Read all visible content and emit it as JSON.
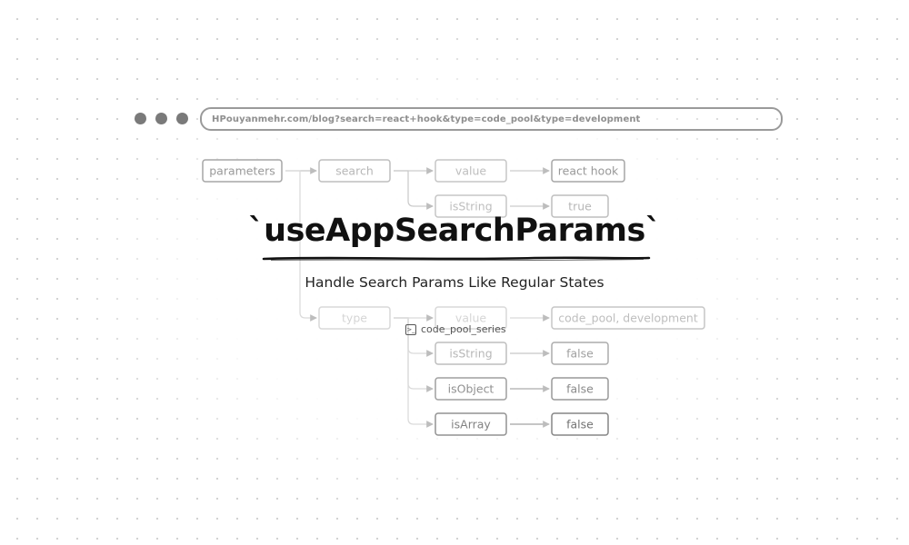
{
  "window": {
    "dot_color": "#7a7a7a",
    "url": "HPouyanmehr.com/blog?search=react+hook&type=code_pool&type=development"
  },
  "diagram": {
    "nodes": [
      {
        "id": "parameters",
        "label": "parameters",
        "level": 0.55
      },
      {
        "id": "search",
        "label": "search",
        "level": 0.35
      },
      {
        "id": "search_value",
        "label": "value",
        "level": 0.3
      },
      {
        "id": "search_value_result",
        "label": "react hook",
        "level": 0.55
      },
      {
        "id": "search_isstring",
        "label": "isString",
        "level": 0.3
      },
      {
        "id": "search_isstring_result",
        "label": "true",
        "level": 0.35
      },
      {
        "id": "type",
        "label": "type",
        "level": 0.15
      },
      {
        "id": "type_value",
        "label": "value",
        "level": 0.15
      },
      {
        "id": "type_value_result",
        "label": "code_pool, development",
        "level": 0.3
      },
      {
        "id": "type_isstring",
        "label": "isString",
        "level": 0.35
      },
      {
        "id": "type_isstring_result",
        "label": "false",
        "level": 0.5
      },
      {
        "id": "type_isobject",
        "label": "isObject",
        "level": 0.6
      },
      {
        "id": "type_isobject_result",
        "label": "false",
        "level": 0.65
      },
      {
        "id": "type_isarray",
        "label": "isArray",
        "level": 0.7
      },
      {
        "id": "type_isarray_result",
        "label": "false",
        "level": 0.8
      }
    ],
    "edges": [
      [
        "parameters",
        "search"
      ],
      [
        "parameters",
        "type"
      ],
      [
        "search",
        "search_value"
      ],
      [
        "search",
        "search_isstring"
      ],
      [
        "search_value",
        "search_value_result"
      ],
      [
        "search_isstring",
        "search_isstring_result"
      ],
      [
        "type",
        "type_value"
      ],
      [
        "type",
        "type_isstring"
      ],
      [
        "type",
        "type_isobject"
      ],
      [
        "type",
        "type_isarray"
      ],
      [
        "type_value",
        "type_value_result"
      ],
      [
        "type_isstring",
        "type_isstring_result"
      ],
      [
        "type_isobject",
        "type_isobject_result"
      ],
      [
        "type_isarray",
        "type_isarray_result"
      ]
    ]
  },
  "hero": {
    "title": "`useAppSearchParams`",
    "subtitle": "Handle Search Params Like Regular States",
    "series": "code_pool_series",
    "series_icon": "terminal-icon"
  }
}
